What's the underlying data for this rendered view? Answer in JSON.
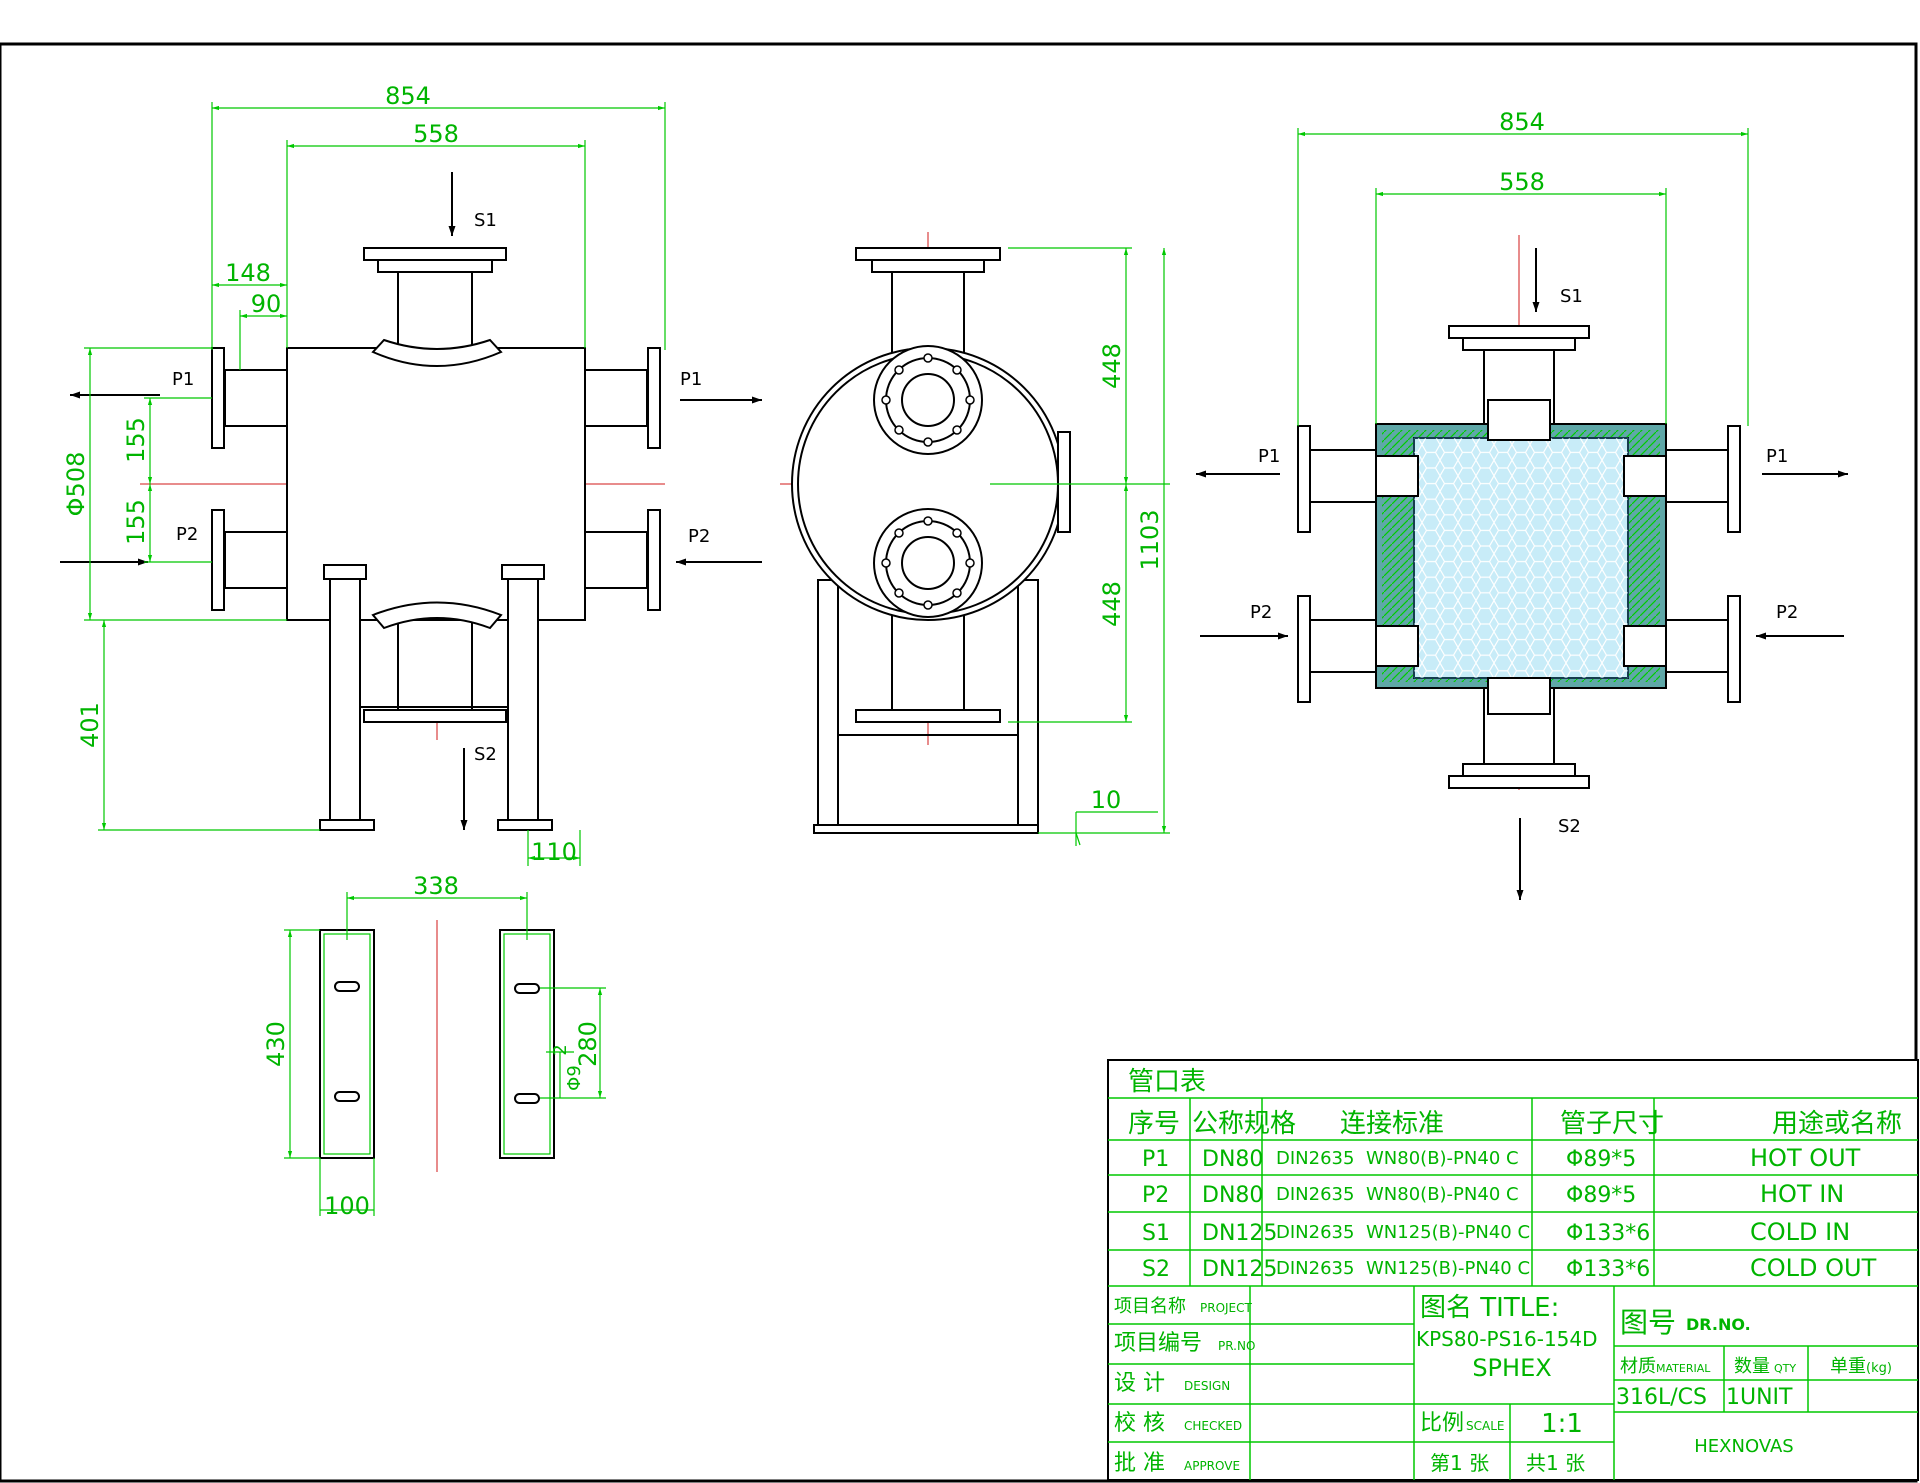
{
  "colors": {
    "outline": "#000000",
    "dimension": "#00c800",
    "centerline": "#d01818",
    "plate_hatch": "#00cc00",
    "insulation": "#5fa8a8",
    "plate_pack": "#c8ecf8"
  },
  "front_view": {
    "dims": {
      "overall_width": "854",
      "body_width": "558",
      "nozzle_offset": "148",
      "nozzle_length": "90",
      "nozzle_pitch_top": "155",
      "nozzle_pitch_bottom": "155",
      "shell_diameter": "Φ508",
      "leg_height": "401",
      "leg_width": "110"
    },
    "ports": {
      "s1": "S1",
      "s2": "S2",
      "p1_left": "P1",
      "p1_right": "P1",
      "p2_left": "P2",
      "p2_right": "P2"
    }
  },
  "side_view": {
    "dims": {
      "upper_nozzle": "448",
      "lower_nozzle": "448",
      "overall_height": "1103",
      "base_plate": "10"
    }
  },
  "section_view": {
    "dims": {
      "overall_width": "854",
      "body_width": "558"
    },
    "ports": {
      "s1": "S1",
      "s2": "S2",
      "p1_left": "P1",
      "p1_right": "P1",
      "p2_left": "P2",
      "p2_right": "P2"
    }
  },
  "foot_detail": {
    "dims": {
      "slot_spacing": "338",
      "foot_length": "430",
      "foot_width": "100",
      "slot_pitch": "280",
      "slot_w": "2",
      "slot_d": "Φ9"
    }
  },
  "nozzle_table": {
    "title": "管口表",
    "headers": {
      "no": "序号",
      "nominal": "公称规格",
      "standard": "连接标准",
      "size": "管子尺寸",
      "usage": "用途或名称"
    },
    "rows": [
      {
        "no": "P1",
        "nominal": "DN80",
        "std1": "DIN2635",
        "std2": "WN80(B)-PN40 C",
        "size": "Φ89*5",
        "usage": "HOT OUT"
      },
      {
        "no": "P2",
        "nominal": "DN80",
        "std1": "DIN2635",
        "std2": "WN80(B)-PN40 C",
        "size": "Φ89*5",
        "usage": "HOT IN"
      },
      {
        "no": "S1",
        "nominal": "DN125",
        "std1": "DIN2635",
        "std2": "WN125(B)-PN40 C",
        "size": "Φ133*6",
        "usage": "COLD IN"
      },
      {
        "no": "S2",
        "nominal": "DN125",
        "std1": "DIN2635",
        "std2": "WN125(B)-PN40 C",
        "size": "Φ133*6",
        "usage": "COLD OUT"
      }
    ]
  },
  "title_block": {
    "project_cn": "项目名称",
    "project_en": "PROJECT",
    "pr_no_cn": "项目编号",
    "pr_no_en": "PR.NO",
    "design_cn": "设  计",
    "design_en": "DESIGN",
    "checked_cn": "校  核",
    "checked_en": "CHECKED",
    "approve_cn": "批  准",
    "approve_en": "APPROVE",
    "title_label": "图名 TITLE:",
    "title_model": "KPS80-PS16-154D",
    "title_name": "SPHEX",
    "scale_cn": "比例",
    "scale_en": "SCALE",
    "scale_value": "1:1",
    "sheet_no": "第1 张",
    "sheet_total": "共1 张",
    "dr_no_cn": "图号",
    "dr_no_en": "DR.NO.",
    "material_cn": "材质",
    "material_en": "MATERIAL",
    "qty_cn": "数量",
    "qty_en": "QTY",
    "weight_cn": "单重",
    "weight_en": "(kg)",
    "material_value": "316L/CS",
    "qty_value": "1UNIT",
    "company": "HEXNOVAS"
  }
}
